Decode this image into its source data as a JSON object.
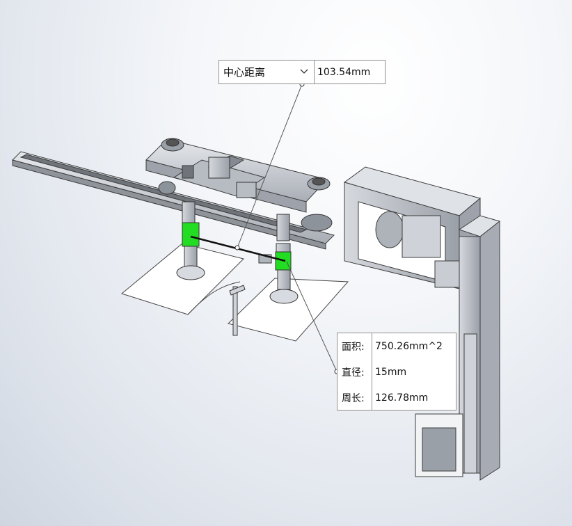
{
  "measure": {
    "mode_label": "中心距离",
    "value": "103.54mm",
    "dropdown_icon": "chevron-down-icon"
  },
  "properties": {
    "rows": [
      {
        "label": "面积:",
        "value": "750.26mm^2"
      },
      {
        "label": "直径:",
        "value": "15mm"
      },
      {
        "label": "周长:",
        "value": "126.78mm"
      }
    ]
  },
  "colors": {
    "highlight": "#22dd22",
    "metal": "#c4c8ce",
    "edge": "#3c3c3c"
  }
}
